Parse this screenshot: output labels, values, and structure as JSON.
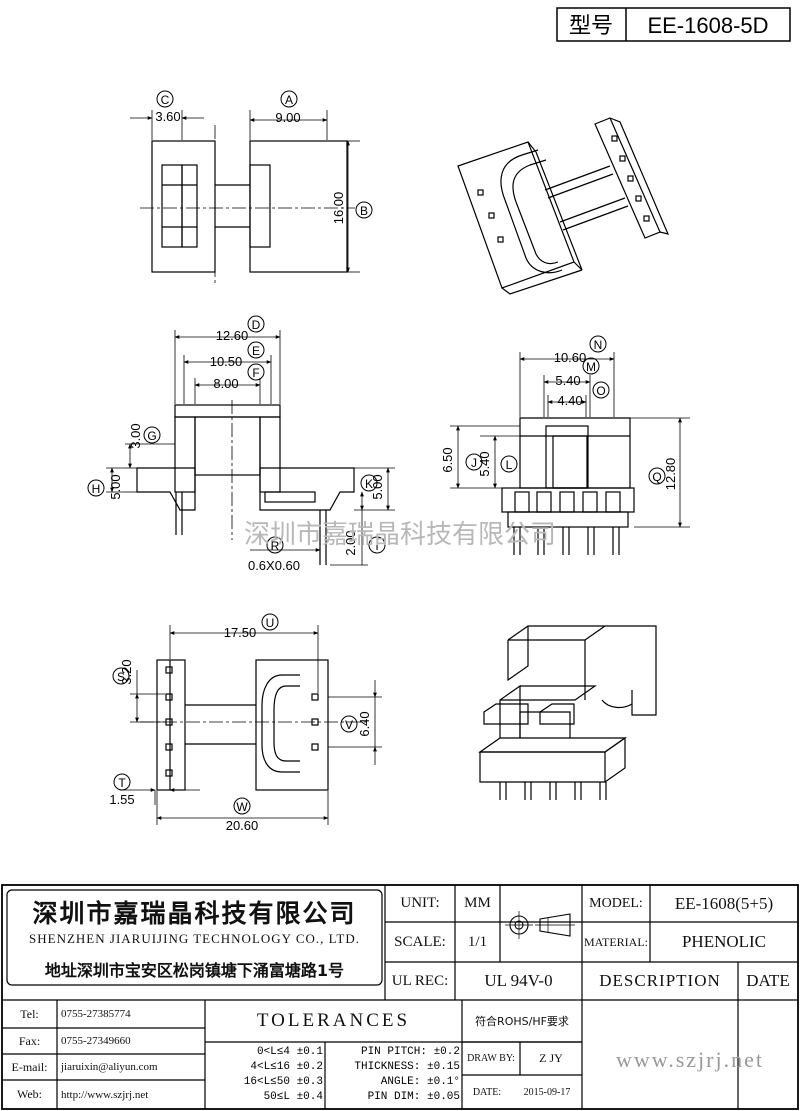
{
  "model_box": {
    "label": "型号",
    "value": "EE-1608-5D"
  },
  "watermark": "深圳市嘉瑞晶科技有限公司",
  "dimensions": {
    "top_view": {
      "C": "3.60",
      "A": "9.00",
      "B": "16.00"
    },
    "front_view": {
      "D": "12.60",
      "E": "10.50",
      "F": "8.00",
      "G": "3.00",
      "H": "5.00",
      "K": "5.00",
      "I": "2.00",
      "R": "0.6X0.60"
    },
    "side_view": {
      "N": "10.60",
      "M": "5.40",
      "O": "4.40",
      "J": "6.50",
      "L": "5.40",
      "Q": "12.80"
    },
    "bottom_view": {
      "U": "17.50",
      "S": "3.20",
      "V": "6.40",
      "T": "1.55",
      "W": "20.60"
    }
  },
  "title_block": {
    "company_cn": "深圳市嘉瑞晶科技有限公司",
    "company_en": "SHENZHEN JIARUIJING TECHNOLOGY CO., LTD.",
    "address": "地址深圳市宝安区松岗镇塘下涌富塘路1号",
    "unit_label": "UNIT:",
    "unit_value": "MM",
    "scale_label": "SCALE:",
    "scale_value": "1/1",
    "ul_label": "UL REC:",
    "ul_value": "UL 94V-0",
    "model_label": "MODEL:",
    "model_value": "EE-1608(5+5)",
    "material_label": "MATERIAL:",
    "material_value": "PHENOLIC",
    "description_label": "DESCRIPTION",
    "date_label": "DATE",
    "contacts": [
      {
        "label": "Tel:",
        "value": "0755-27385774"
      },
      {
        "label": "Fax:",
        "value": "0755-27349660"
      },
      {
        "label": "E-mail:",
        "value": "jiaruixin@aliyun.com"
      },
      {
        "label": "Web:",
        "value": "http://www.szjrj.net"
      }
    ],
    "tolerances_label": "TOLERANCES",
    "tolerance_lines": [
      "0<L≤4 ±0.1",
      "4<L≤16 ±0.2",
      "16<L≤50 ±0.3",
      "50≤L ±0.4"
    ],
    "pin_lines": [
      "PIN PITCH: ±0.2",
      "THICKNESS: ±0.15",
      "ANGLE: ±0.1°",
      "PIN DIM: ±0.05"
    ],
    "rohs": "符合ROHS/HF要求",
    "draw_label": "DRAW BY:",
    "draw_value": "Z JY",
    "date_field_label": "DATE:",
    "date_value": "2015-09-17",
    "website": "www.szjrj.net"
  }
}
